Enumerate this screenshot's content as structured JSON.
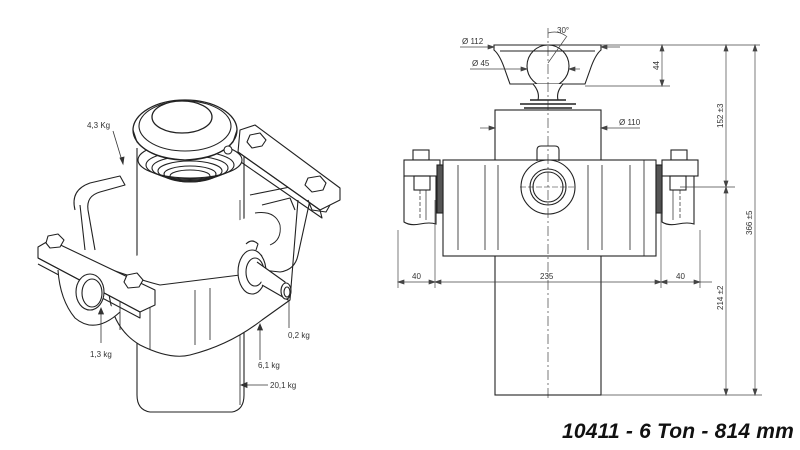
{
  "caption": "10411 - 6 Ton - 814 mm",
  "iso_view": {
    "weights": [
      {
        "id": "top_bracket",
        "label": "4,3 Kg"
      },
      {
        "id": "mount_lug",
        "label": "1,3 kg"
      },
      {
        "id": "oil_port",
        "label": "0,2 kg"
      },
      {
        "id": "cradle",
        "label": "6,1 kg"
      },
      {
        "id": "cylinder",
        "label": "20,1 kg"
      }
    ]
  },
  "front_view": {
    "dimensions": {
      "angle": "30°",
      "head_diameter": "Ø 112",
      "ball_diameter": "Ø 45",
      "head_height": "44",
      "barrel_diameter": "Ø 110",
      "upper_height": "152 ±3",
      "lower_height": "214 ±2",
      "total_height": "366 ±5",
      "left_lug_width": "40",
      "trunnion_width": "235",
      "right_lug_width": "40"
    }
  },
  "colors": {
    "line": "#222222",
    "dim": "#444444",
    "background": "#ffffff"
  }
}
